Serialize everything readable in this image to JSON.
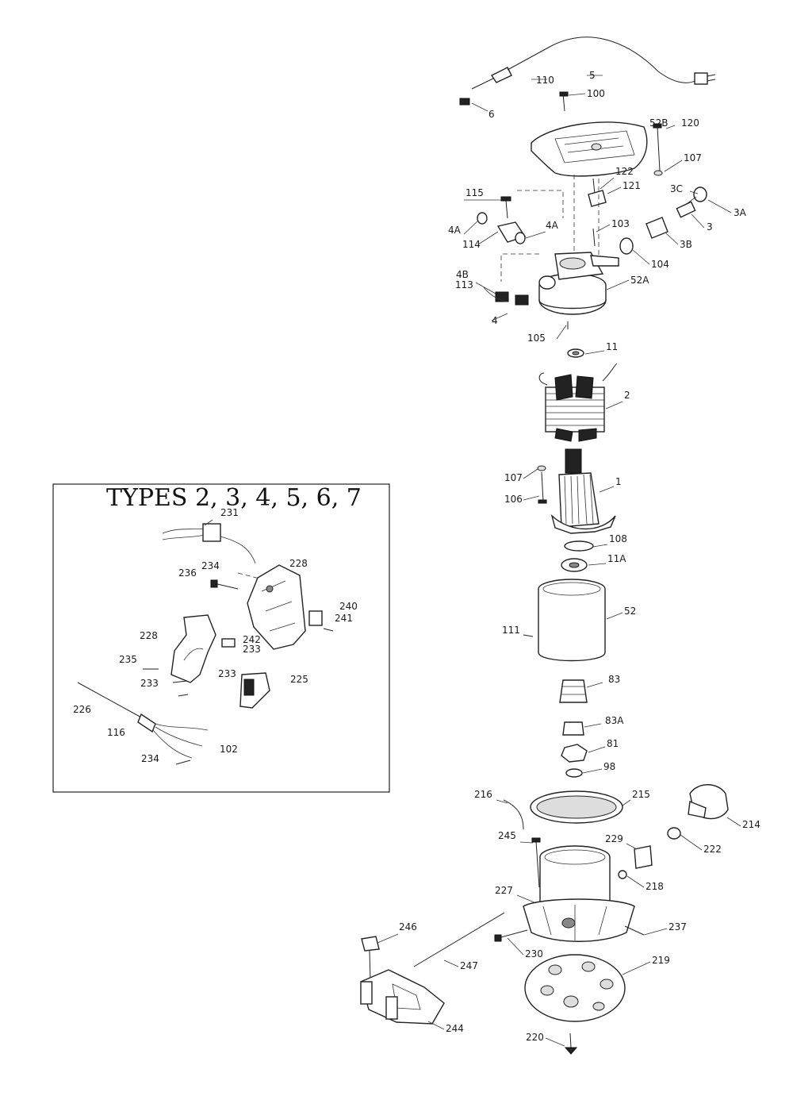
{
  "inset": {
    "title": "TYPES 2, 3, 4, 5, 6, 7",
    "labels": [
      "231",
      "234",
      "236",
      "228",
      "240",
      "241",
      "228",
      "242",
      "233",
      "235",
      "233",
      "233",
      "225",
      "226",
      "116",
      "234",
      "102"
    ]
  },
  "main": {
    "labels": [
      "110",
      "5",
      "100",
      "6",
      "52B",
      "120",
      "107",
      "122",
      "121",
      "3C",
      "3A",
      "115",
      "3",
      "4A",
      "4A",
      "114",
      "103",
      "3B",
      "104",
      "4B",
      "113",
      "52A",
      "4",
      "105",
      "11",
      "2",
      "107",
      "106",
      "1",
      "108",
      "11A",
      "52",
      "111",
      "83",
      "83A",
      "81",
      "98",
      "216",
      "215",
      "214",
      "245",
      "229",
      "222",
      "218",
      "227",
      "237",
      "246",
      "230",
      "219",
      "247",
      "220",
      "244"
    ]
  }
}
